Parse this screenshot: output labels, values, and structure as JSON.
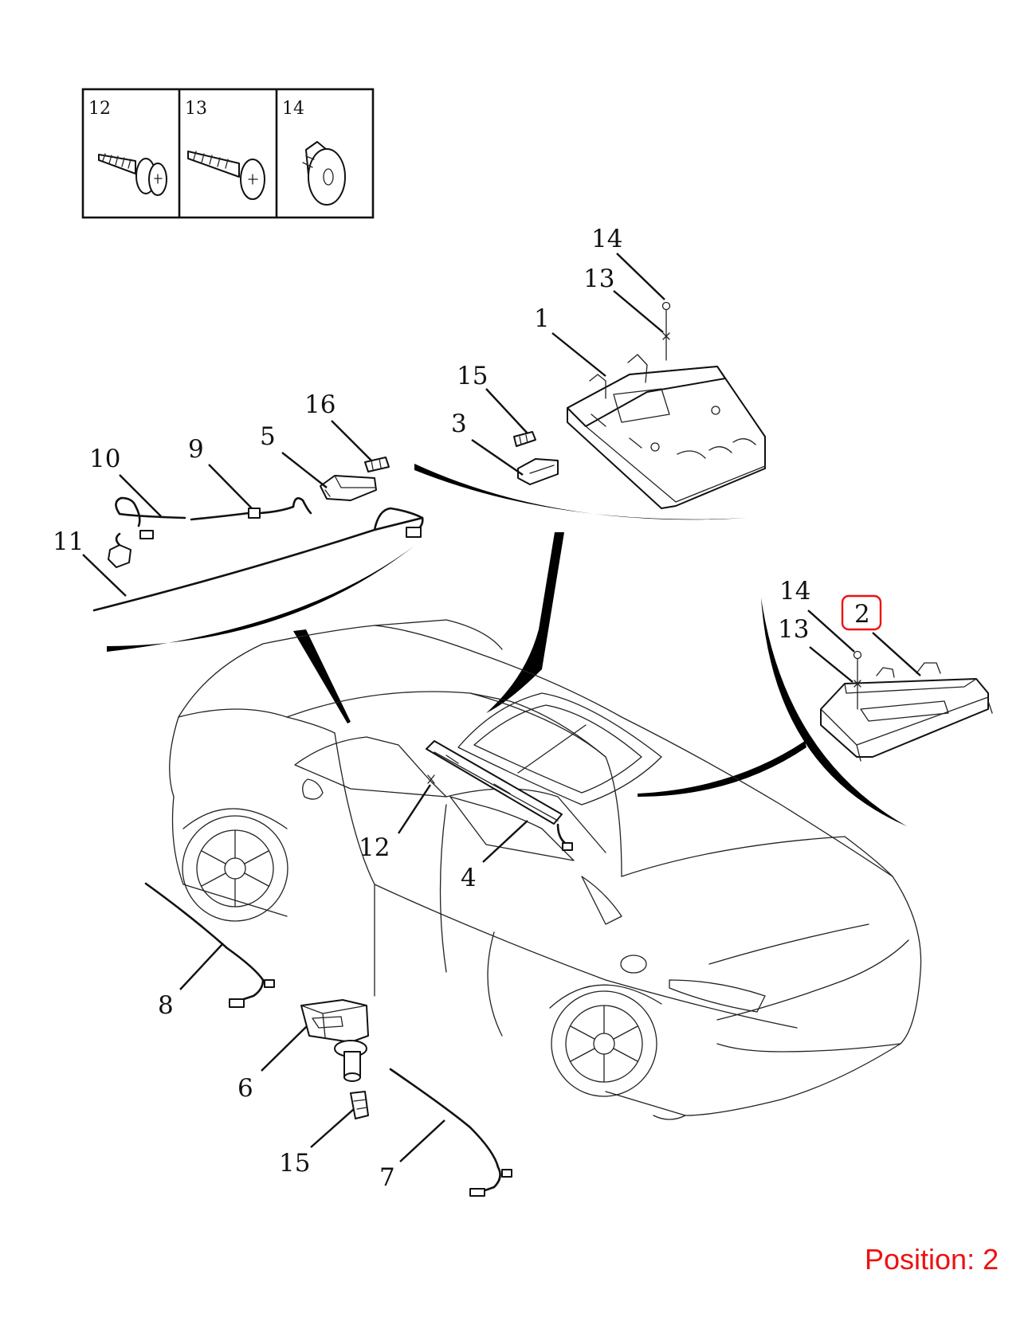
{
  "inset": {
    "cells": [
      {
        "number": "12",
        "icon": "flanged-screw-icon"
      },
      {
        "number": "13",
        "icon": "screw-icon"
      },
      {
        "number": "14",
        "icon": "clip-nut-icon"
      }
    ]
  },
  "callouts": {
    "c1": "1",
    "c2": "2",
    "c3": "3",
    "c4": "4",
    "c5": "5",
    "c6": "6",
    "c7": "7",
    "c8": "8",
    "c9": "9",
    "c10": "10",
    "c11": "11",
    "c12_top": "12",
    "c13_top": "13",
    "c14_top": "14",
    "c13_right": "13",
    "c14_right": "14",
    "c15_top": "15",
    "c15_bottom": "15",
    "c16": "16"
  },
  "highlight": {
    "callout": "2",
    "color": "#ee1111"
  },
  "position_label": "Position: 2"
}
